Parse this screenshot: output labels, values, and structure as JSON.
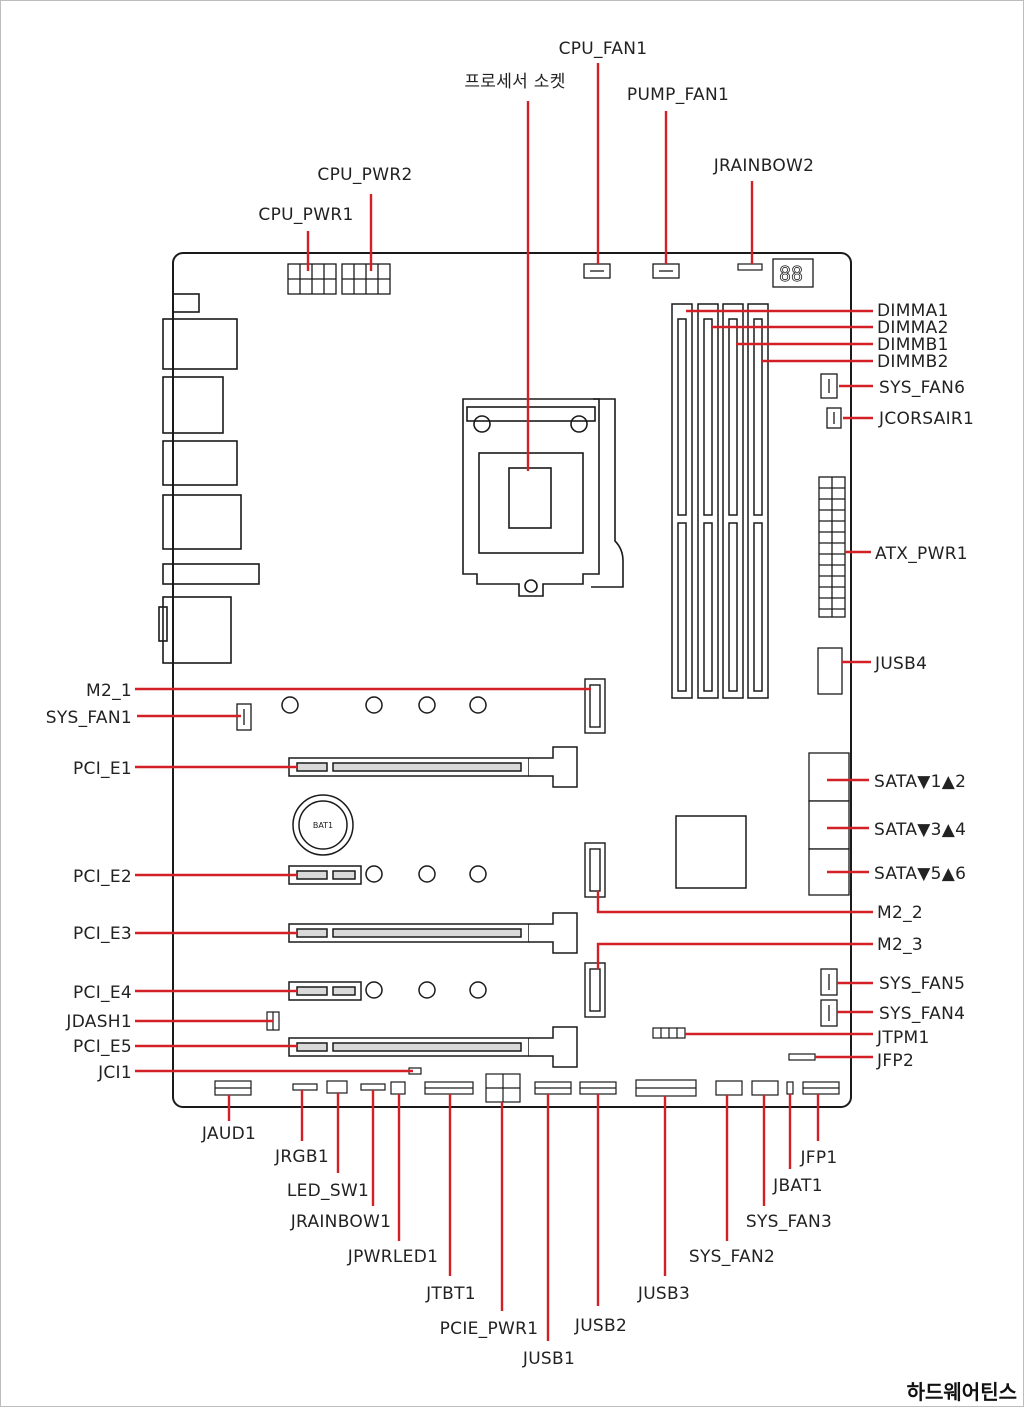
{
  "colors": {
    "leader": "#d32027",
    "outline": "#1a1a1a",
    "slot_fill": "#d9d9d9"
  },
  "watermark": "하드웨어틴스",
  "labels": {
    "cpu_fan1": "CPU_FAN1",
    "processor_socket": "프로세서 소켓",
    "pump_fan1": "PUMP_FAN1",
    "jrainbow2": "JRAINBOW2",
    "cpu_pwr2": "CPU_PWR2",
    "cpu_pwr1": "CPU_PWR1",
    "dimma1": "DIMMA1",
    "dimma2": "DIMMA2",
    "dimmb1": "DIMMB1",
    "dimmb2": "DIMMB2",
    "sys_fan6": "SYS_FAN6",
    "jcorsair1": "JCORSAIR1",
    "atx_pwr1": "ATX_PWR1",
    "jusb4": "JUSB4",
    "sata12": "SATA▼1▲2",
    "sata34": "SATA▼3▲4",
    "sata56": "SATA▼5▲6",
    "m2_2": "M2_2",
    "m2_3": "M2_3",
    "sys_fan5": "SYS_FAN5",
    "sys_fan4": "SYS_FAN4",
    "jtpm1": "JTPM1",
    "jfp2": "JFP2",
    "m2_1": "M2_1",
    "sys_fan1": "SYS_FAN1",
    "pci_e1": "PCI_E1",
    "pci_e2": "PCI_E2",
    "pci_e3": "PCI_E3",
    "pci_e4": "PCI_E4",
    "jdash1": "JDASH1",
    "pci_e5": "PCI_E5",
    "jci1": "JCI1",
    "jaud1": "JAUD1",
    "jrgb1": "JRGB1",
    "led_sw1": "LED_SW1",
    "jrainbow1": "JRAINBOW1",
    "jpwrled1": "JPWRLED1",
    "jtbt1": "JTBT1",
    "pcie_pwr1": "PCIE_PWR1",
    "jusb1": "JUSB1",
    "jusb2": "JUSB2",
    "jusb3": "JUSB3",
    "sys_fan2": "SYS_FAN2",
    "sys_fan3": "SYS_FAN3",
    "jbat1": "JBAT1",
    "jfp1": "JFP1",
    "bat1": "BAT1",
    "debug_display": "88"
  }
}
